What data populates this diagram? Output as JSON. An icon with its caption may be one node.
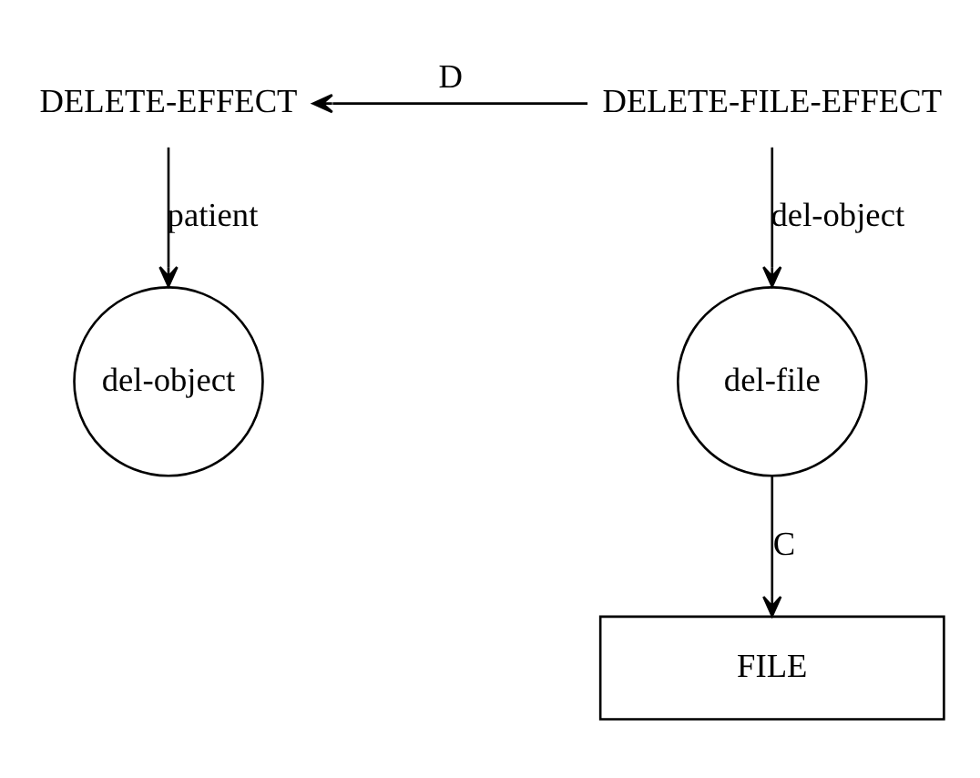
{
  "diagram": {
    "nodes": [
      {
        "text": [
          "DELETE-EFFECT"
        ]
      },
      {
        "text": [
          "DELETE-FILE-EFFECT"
        ]
      },
      {
        "text": [
          "del-object"
        ]
      },
      {
        "text": [
          "del-file"
        ]
      },
      {
        "text": [
          "FILE"
        ]
      }
    ],
    "edges": [
      {
        "from": 1,
        "to": 0,
        "arrow": "to",
        "label": "D"
      },
      {
        "from": 0,
        "to": 2,
        "arrow": "to",
        "label": "patient"
      },
      {
        "from": 1,
        "to": 3,
        "arrow": "to",
        "label": "del-object"
      },
      {
        "from": 3,
        "to": 4,
        "arrow": "to",
        "label": "C"
      }
    ]
  }
}
